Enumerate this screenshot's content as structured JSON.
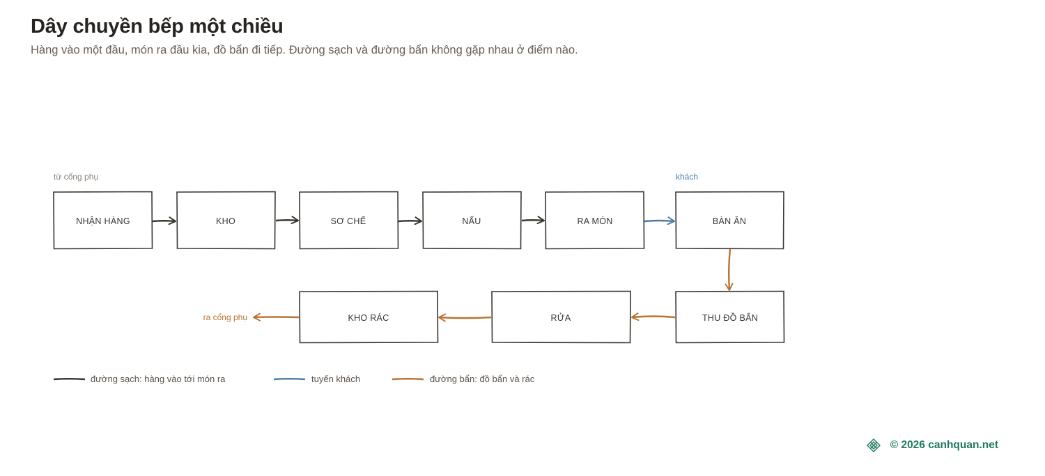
{
  "header": {
    "title": "Dây chuyền bếp một chiều",
    "subtitle": "Hàng vào một đầu, món ra đầu kia, đồ bẩn đi tiếp. Đường sạch và đường bẩn không gặp nhau ở điểm nào."
  },
  "nodes": {
    "nhan_hang": "NHẬN HÀNG",
    "kho": "KHO",
    "so_che": "SƠ CHẾ",
    "nau": "NẤU",
    "ra_mon": "RA MÓN",
    "ban_an": "BÀN ĂN",
    "thu_do_ban": "THU ĐỒ BẨN",
    "rua": "RỬA",
    "kho_rac": "KHO RÁC"
  },
  "annotations": {
    "entry": "từ cổng phụ",
    "customer": "khách",
    "exit": "ra cổng phụ"
  },
  "legend": {
    "clean": "đường sạch: hàng vào tới món ra",
    "customer": "tuyến khách",
    "dirty": "đường bẩn: đồ bẩn và rác"
  },
  "colors": {
    "clean": "#3a3530",
    "customer": "#4a7ea8",
    "dirty": "#b87333",
    "entry_label": "#8a8178",
    "brand": "#1e7a60"
  },
  "footer": {
    "copyright": "© 2026 canhquan.net",
    "logo_icon": "lattice-logo-icon"
  }
}
